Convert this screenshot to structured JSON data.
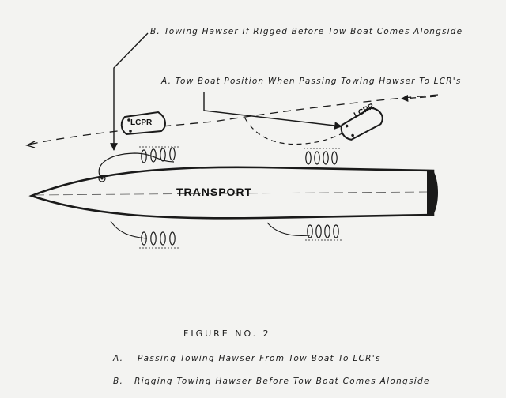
{
  "labels": {
    "b_callout": "B. Towing Hawser If Rigged Before Tow Boat Comes Alongside",
    "a_callout": "A. Tow Boat Position When Passing Towing Hawser To LCR's"
  },
  "hull_label": "TRANSPORT",
  "boats": [
    "LCPR",
    "LCPR"
  ],
  "figure": {
    "title": "FIGURE NO. 2",
    "captions": [
      {
        "key": "A.",
        "text": "Passing Towing Hawser From Tow Boat To LCR's"
      },
      {
        "key": "B.",
        "text": "Rigging Towing Hawser Before Tow Boat Comes Alongside"
      }
    ]
  },
  "colors": {
    "ink": "#1a1a1a",
    "paper": "#f3f3f1"
  }
}
